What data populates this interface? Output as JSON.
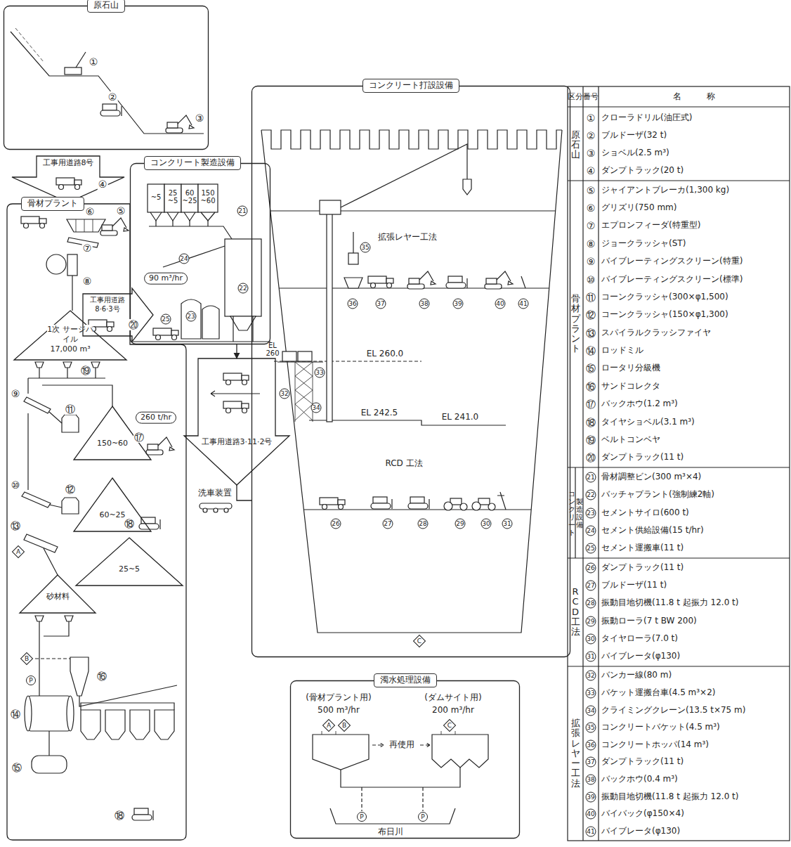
{
  "diagram": {
    "nodes": [
      {
        "text": [
          "原石山"
        ]
      },
      {
        "text": [
          "工事用道路8号"
        ]
      },
      {
        "text": [
          "骨材プラント"
        ]
      },
      {
        "text": [
          "1次 サージパイル",
          "17,000 m³"
        ],
        "in": 2
      },
      {
        "text": [
          "150~60"
        ],
        "in": 2
      },
      {
        "text": [
          "60~25"
        ],
        "in": 2
      },
      {
        "text": [
          "25~5"
        ],
        "in": 2
      },
      {
        "text": [
          "砂材料"
        ],
        "in": 2
      },
      {
        "text": [
          "コンクリート製造設備"
        ]
      },
      {
        "text": [
          "工事用道路8·6·3号"
        ]
      },
      {
        "text": [
          "工事用道路3·11·2号"
        ]
      },
      {
        "text": [
          "コンクリート打設設備"
        ]
      },
      {
        "text": [
          "濁水処理設備"
        ]
      }
    ],
    "edges": [
      {
        "from": 8,
        "to": 10,
        "arrow": "to"
      },
      {
        "from": 10,
        "to": 11,
        "label": "洗車装置",
        "arrow": "none"
      }
    ],
    "labels": [
      "①",
      "②",
      "③",
      "④",
      "⑥",
      "⑤",
      "⑦",
      "⑧",
      "⑲",
      "⑨",
      "⑪",
      "⑰",
      "⑩",
      "⑫",
      "⑱",
      "⑬",
      "A",
      "B",
      "P",
      "⑯",
      "⑭",
      "⑮",
      "⑱",
      "260 t/hr",
      "~5",
      "25 ~5",
      "60 ~25",
      "150 ~60",
      "21",
      "24",
      "90 m³/hr",
      "22",
      "23",
      "25",
      "⑳",
      "EL 260",
      "拡張レヤー工法",
      "35",
      "36",
      "37",
      "38",
      "39",
      "40",
      "41",
      "34",
      "33",
      "32",
      "EL 260.0",
      "EL 242.5",
      "EL 241.0",
      "RCD 工法",
      "26",
      "27",
      "28",
      "29",
      "30",
      "31",
      "C",
      "(骨材プラント用)",
      "500 m³/hr",
      "(ダムサイト用)",
      "200 m³/hr",
      "A",
      "B",
      "再使用",
      "C",
      "P",
      "P",
      "布日川",
      "区分",
      "番号",
      "名　　　称",
      "原石山",
      "①",
      "クローラドリル(油圧式)",
      "②",
      "ブルドーザ(32 t)",
      "③",
      "ショベル(2.5 m³)",
      "④",
      "ダンプトラック(20 t)",
      "骨材プラント",
      "⑤",
      "ジャイアントブレーカ(1,300 kg)",
      "⑥",
      "グリズリ(750 mm)",
      "⑦",
      "エプロンフィーダ(特重型)",
      "⑧",
      "ジョークラッシャ(ST)",
      "⑨",
      "バイブレーティングスクリーン(特重)",
      "⑩",
      "バイブレーティングスクリーン(標準)",
      "⑪",
      "コーンクラッシャ(300×φ1,500)",
      "⑫",
      "コーンクラッシャ(150×φ1,300)",
      "⑬",
      "スパイラルクラッシファイヤ",
      "⑭",
      "ロッドミル",
      "⑮",
      "ロータリ分級機",
      "⑯",
      "サンドコレクタ",
      "⑰",
      "バックホウ(1.2 m³)",
      "⑱",
      "タイヤショベル(3.1 m³)",
      "⑲",
      "ベルトコンベヤ",
      "⑳",
      "ダンプトラック(11 t)",
      "コンクリート",
      "製造設備",
      "21",
      "骨材調整ビン(300 m³×4)",
      "22",
      "バッチャプラント(強制練2軸)",
      "23",
      "セメントサイロ(600 t)",
      "24",
      "セメント供給設備(15 t/hr)",
      "25",
      "セメント運搬車(11 t)",
      "RCD工法",
      "26",
      "ダンプトラック(11 t)",
      "27",
      "ブルドーザ(11 t)",
      "28",
      "振動目地切機(11.8 t 起振力 12.0 t)",
      "29",
      "振動ローラ(7 t BW 200)",
      "30",
      "タイヤローラ(7.0 t)",
      "31",
      "バイブレータ(φ130)",
      "拡張レヤー工法",
      "32",
      "バンカー線(80 m)",
      "33",
      "バケット運搬台車(4.5 m³×2)",
      "34",
      "クライミングクレーン(13.5 t×75 m)",
      "35",
      "コンクリートバケット(4.5 m³)",
      "36",
      "コンクリートホッパ(14 m³)",
      "37",
      "ダンプトラック(11 t)",
      "38",
      "バックホウ(0.4 m³)",
      "39",
      "振動目地切機(11.8 t 起振力 12.0 t)",
      "40",
      "バイバック(φ150×4)",
      "41",
      "バイブレータ(φ130)"
    ]
  }
}
